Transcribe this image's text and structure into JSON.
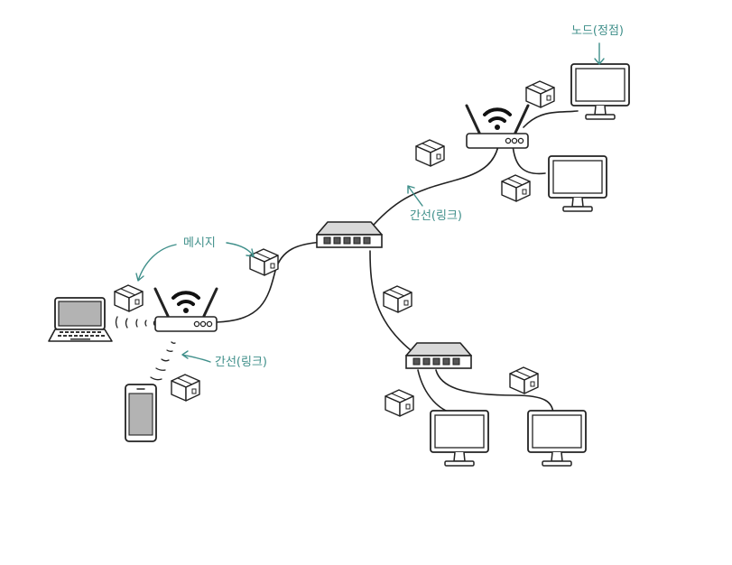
{
  "diagram": {
    "labels": {
      "node": "노드(정점)",
      "edge_top": "간선(링크)",
      "message": "메시지",
      "edge_bottom": "간선(링크)"
    },
    "colors": {
      "annotation": "#3f8f8a",
      "ink": "#222222",
      "screen_fill": "#b3b3b3",
      "device_fill": "#ffffff"
    },
    "nodes": [
      {
        "id": "laptop",
        "kind": "laptop"
      },
      {
        "id": "phone",
        "kind": "smartphone"
      },
      {
        "id": "router-left",
        "kind": "wifi-router"
      },
      {
        "id": "router-top",
        "kind": "wifi-router"
      },
      {
        "id": "switch-center",
        "kind": "switch"
      },
      {
        "id": "switch-bottom",
        "kind": "switch"
      },
      {
        "id": "monitor-top-1",
        "kind": "monitor"
      },
      {
        "id": "monitor-top-2",
        "kind": "monitor"
      },
      {
        "id": "monitor-bottom-1",
        "kind": "monitor"
      },
      {
        "id": "monitor-bottom-2",
        "kind": "monitor"
      }
    ],
    "edges": [
      {
        "from": "router-left",
        "to": "switch-center",
        "medium": "cable"
      },
      {
        "from": "switch-center",
        "to": "router-top",
        "medium": "cable"
      },
      {
        "from": "switch-center",
        "to": "switch-bottom",
        "medium": "cable"
      },
      {
        "from": "router-top",
        "to": "monitor-top-1",
        "medium": "cable"
      },
      {
        "from": "router-top",
        "to": "monitor-top-2",
        "medium": "cable"
      },
      {
        "from": "switch-bottom",
        "to": "monitor-bottom-1",
        "medium": "cable"
      },
      {
        "from": "switch-bottom",
        "to": "monitor-bottom-2",
        "medium": "cable"
      },
      {
        "from": "router-left",
        "to": "laptop",
        "medium": "wireless"
      },
      {
        "from": "router-left",
        "to": "phone",
        "medium": "wireless"
      }
    ],
    "message_icon": "package-cube-icon",
    "message_count": 9
  }
}
